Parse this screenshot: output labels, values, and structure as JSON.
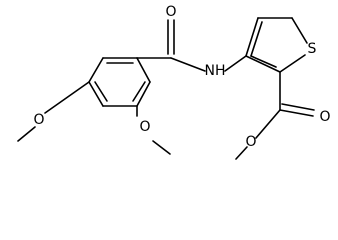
{
  "diagram": {
    "type": "chemical-structure",
    "atoms": {
      "amide_oxygen": "O",
      "amine": "NH",
      "sulfur": "S",
      "ester_carbonyl_oxygen": "O",
      "ester_ether_oxygen": "O",
      "methoxy_para_oxygen": "O",
      "methoxy_ortho_oxygen": "O"
    }
  }
}
